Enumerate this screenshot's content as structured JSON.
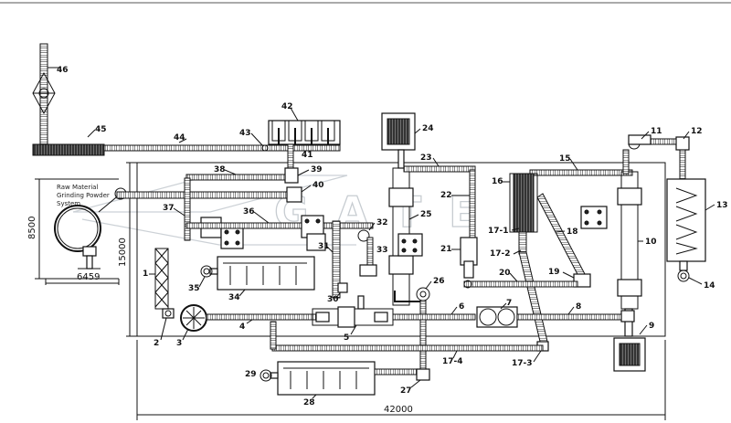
{
  "watermark": "GATE",
  "note_raw_material": [
    "Raw Material",
    "Grinding Powder",
    "System"
  ],
  "dimensions": {
    "total_length": "42000",
    "total_width": "15000",
    "grinding_height": "8500",
    "grinding_width": "6459"
  },
  "labels": {
    "l1": "1",
    "l2": "2",
    "l3": "3",
    "l4": "4",
    "l5": "5",
    "l6": "6",
    "l7": "7",
    "l8": "8",
    "l9": "9",
    "l10": "10",
    "l11": "11",
    "l12": "12",
    "l13": "13",
    "l14": "14",
    "l15": "15",
    "l16": "16",
    "l17_1": "17-1",
    "l17_2": "17-2",
    "l17_3": "17-3",
    "l17_4": "17-4",
    "l18": "18",
    "l19": "19",
    "l20": "20",
    "l21": "21",
    "l22": "22",
    "l23": "23",
    "l24": "24",
    "l25": "25",
    "l26": "26",
    "l27": "27",
    "l28": "28",
    "l29": "29",
    "l30": "30",
    "l31": "31",
    "l32": "32",
    "l33": "33",
    "l34": "34",
    "l35": "35",
    "l36": "36",
    "l37": "37",
    "l38": "38",
    "l39": "39",
    "l40": "40",
    "l41": "41",
    "l42": "42",
    "l43": "43",
    "l44": "44",
    "l45": "45",
    "l46": "46"
  }
}
